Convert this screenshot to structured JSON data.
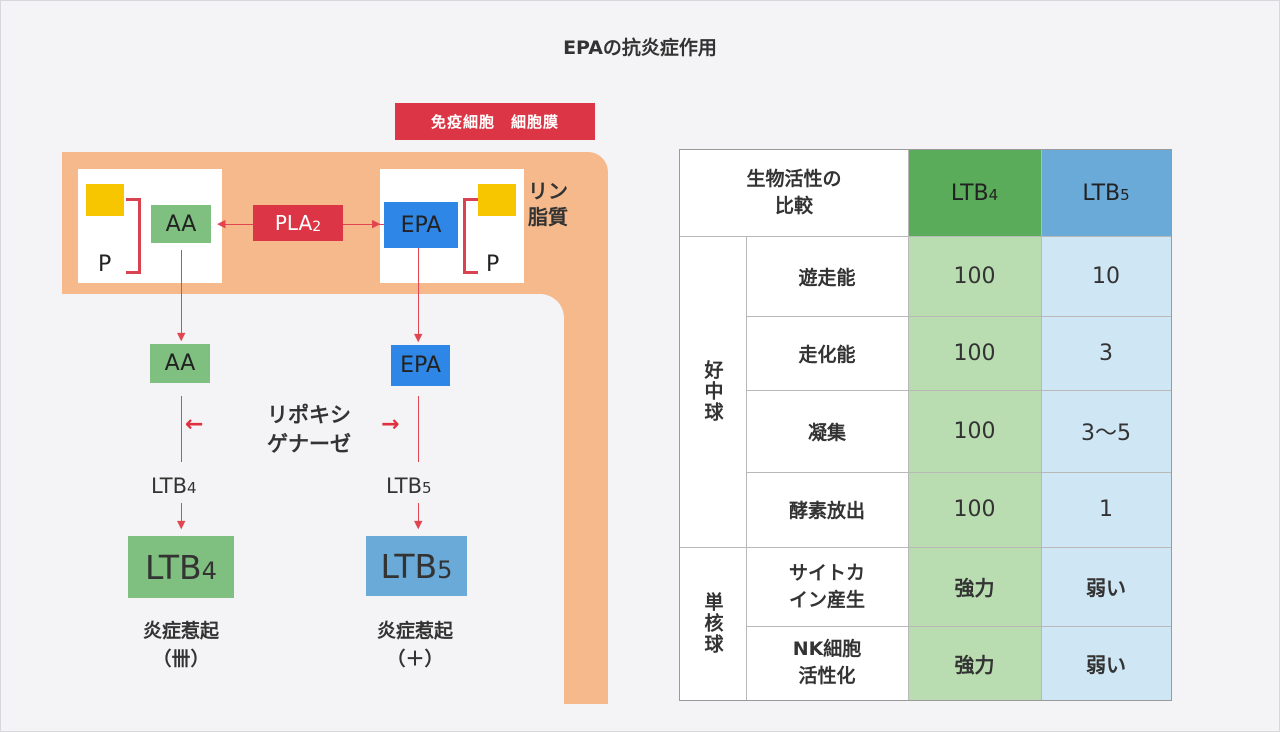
{
  "title": "EPAの抗炎症作用",
  "cell_banner": "免疫細胞　細胞膜",
  "lipid_label": [
    "リン",
    "脂質"
  ],
  "left_panel": {
    "chain": "AA",
    "phosphate": "P"
  },
  "right_panel": {
    "chain": "EPA",
    "phosphate": "P"
  },
  "enzyme": {
    "label": "PLA",
    "sub": "2"
  },
  "released": {
    "left": "AA",
    "right": "EPA"
  },
  "lipoxygenase": [
    "リポキシ",
    "ゲナーゼ"
  ],
  "arrows": {
    "left": "←",
    "right": "→"
  },
  "metabolites": {
    "left": {
      "base": "LTB",
      "sub": "4"
    },
    "right": {
      "base": "LTB",
      "sub": "5"
    }
  },
  "products": {
    "left": {
      "base": "LTB",
      "sub": "4"
    },
    "right": {
      "base": "LTB",
      "sub": "5"
    }
  },
  "outcomes": {
    "left": {
      "label": "炎症惹起",
      "level": "（卌）"
    },
    "right": {
      "label": "炎症惹起",
      "level": "（＋）"
    }
  },
  "table": {
    "header": {
      "label_line1": "生物活性の",
      "label_line2": "比較",
      "col1_base": "LTB",
      "col1_sub": "4",
      "col2_base": "LTB",
      "col2_sub": "5"
    },
    "groups": [
      {
        "name": "好中球",
        "rows": [
          {
            "label": "遊走能",
            "ltb4": "100",
            "ltb5": "10"
          },
          {
            "label": "走化能",
            "ltb4": "100",
            "ltb5": "3"
          },
          {
            "label": "凝集",
            "ltb4": "100",
            "ltb5": "3〜5"
          },
          {
            "label": "酵素放出",
            "ltb4": "100",
            "ltb5": "1"
          }
        ]
      },
      {
        "name": "単核球",
        "rows": [
          {
            "label_line1": "サイトカ",
            "label_line2": "イン産生",
            "ltb4": "強力",
            "ltb5": "弱い"
          },
          {
            "label_line1": "NK細胞",
            "label_line2": "活性化",
            "ltb4": "強力",
            "ltb5": "弱い"
          }
        ]
      }
    ]
  },
  "colors": {
    "accent_red": "#dc3545",
    "membrane": "#f5b98b",
    "ltb4_green": "#5aab5a",
    "ltb5_blue": "#6aaad8",
    "aa_green": "#7fbf7f",
    "epa_blue": "#2e86e6"
  }
}
